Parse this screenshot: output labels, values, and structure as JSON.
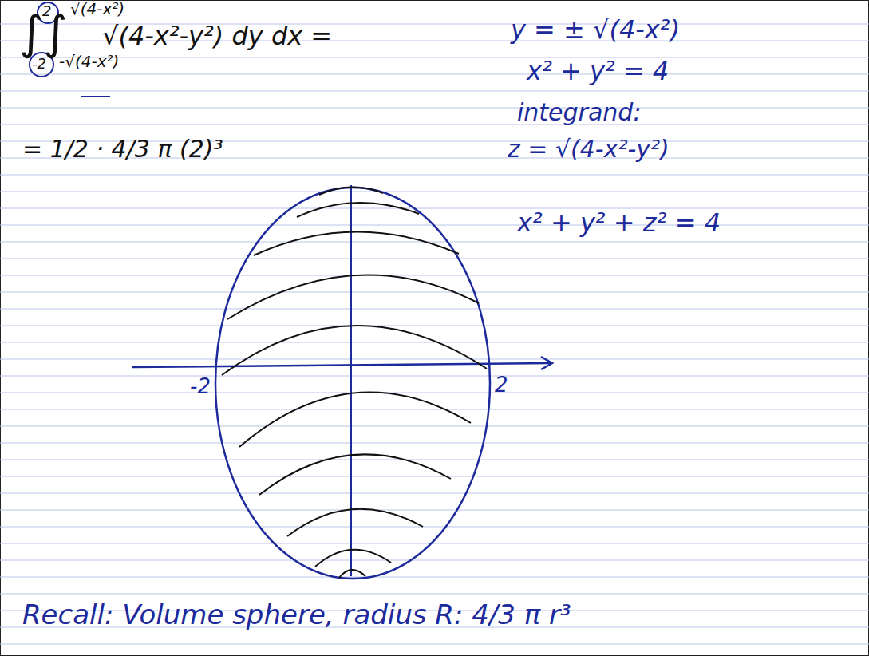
{
  "diagram": {
    "labels": [
      "2",
      "√(4-x²)",
      "∫∫",
      "√(4-x²-y²) dy dx =",
      "-2",
      "-√(4-x²)",
      "= 1/2 · 4/3 π (2)³",
      "y = ± √(4-x²)",
      "x² + y² = 4",
      "integrand:",
      "z = √(4-x²-y²)",
      "x² + y² + z² = 4",
      "-2",
      "2",
      "Recall: Volume sphere, radius R: 4/3 π r³"
    ]
  }
}
